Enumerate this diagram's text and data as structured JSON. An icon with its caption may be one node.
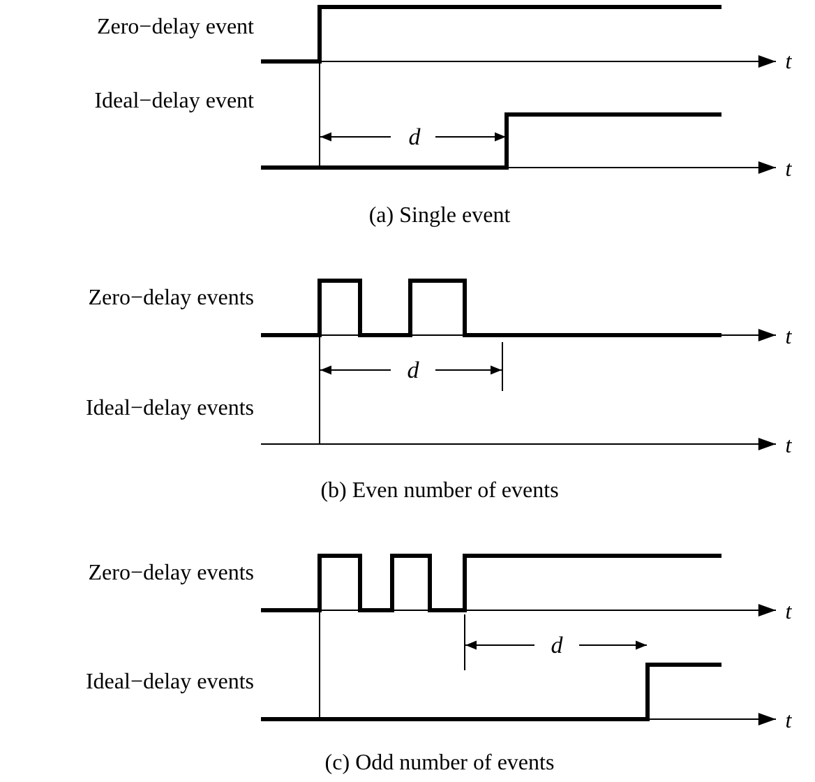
{
  "diagram": {
    "labels": [
      "Zero−delay event",
      "t",
      "Ideal−delay event",
      "d",
      "t",
      "(a) Single event",
      "Zero−delay events",
      "t",
      "d",
      "Ideal−delay events",
      "t",
      "(b) Even number of events",
      "Zero−delay events",
      "t",
      "Ideal−delay events",
      "d",
      "t",
      "(c) Odd number of events"
    ]
  }
}
